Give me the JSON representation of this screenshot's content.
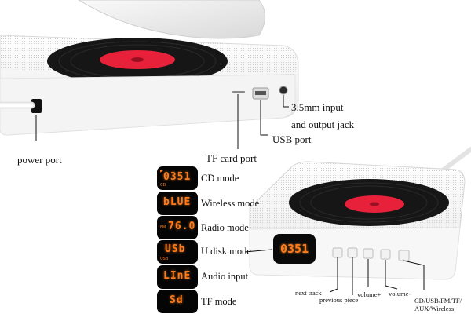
{
  "ports": {
    "jack_line1": "3.5mm input",
    "jack_line2": "and output jack",
    "usb": "USB port",
    "tf": "TF card port",
    "power": "power port"
  },
  "modes": [
    {
      "display": "0351",
      "tag_top": "▶",
      "tag_bottom": "CD",
      "label": "CD mode"
    },
    {
      "display": "bLUE",
      "tag_top": "",
      "tag_bottom": "",
      "label": "Wireless mode"
    },
    {
      "display": "76.0",
      "tag_top": "",
      "tag_bottom": "FM",
      "label": "Radio mode"
    },
    {
      "display": "USb",
      "tag_top": "",
      "tag_bottom": "USB",
      "label": "U disk mode"
    },
    {
      "display": "LInE",
      "tag_top": "",
      "tag_bottom": "",
      "label": "Audio input"
    },
    {
      "display": "Sd",
      "tag_top": "",
      "tag_bottom": "",
      "label": "TF mode"
    }
  ],
  "player_display": "0351",
  "buttons": {
    "next_track": "next track",
    "previous_piece": "previous piece",
    "volume_up": "volume+",
    "volume_down": "volume-",
    "mode_line1": "CD/USB/FM/TF/",
    "mode_line2": "AUX/Wireless"
  },
  "colors": {
    "display_orange": "#ff7a1a",
    "record_red": "#e8213a",
    "device_white": "#f4f4f4"
  }
}
